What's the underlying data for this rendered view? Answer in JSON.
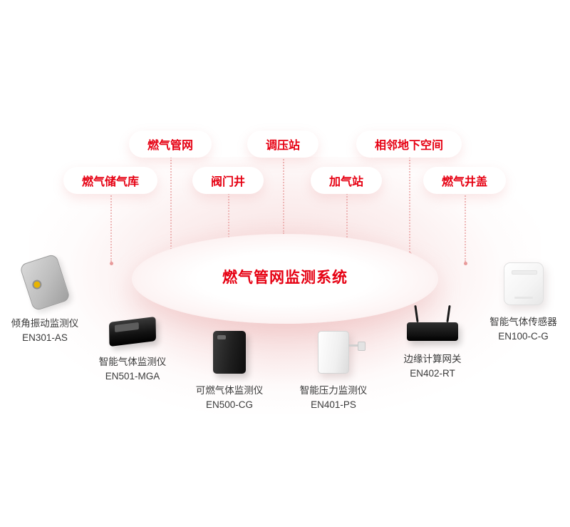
{
  "title": "燃气管网监测系统",
  "colors": {
    "accent": "#e60012",
    "glow": "#f6d6d6",
    "text_dark": "#3a3a3a"
  },
  "pills": [
    {
      "label": "燃气管网"
    },
    {
      "label": "调压站"
    },
    {
      "label": "相邻地下空间"
    },
    {
      "label": "燃气储气库"
    },
    {
      "label": "阀门井"
    },
    {
      "label": "加气站"
    },
    {
      "label": "燃气井盖"
    }
  ],
  "devices": [
    {
      "name": "倾角振动监测仪",
      "model": "EN301-AS"
    },
    {
      "name": "智能气体监测仪",
      "model": "EN501-MGA"
    },
    {
      "name": "可燃气体监测仪",
      "model": "EN500-CG"
    },
    {
      "name": "智能压力监测仪",
      "model": "EN401-PS"
    },
    {
      "name": "边缘计算网关",
      "model": "EN402-RT"
    },
    {
      "name": "智能气体传感器",
      "model": "EN100-C-G"
    }
  ]
}
